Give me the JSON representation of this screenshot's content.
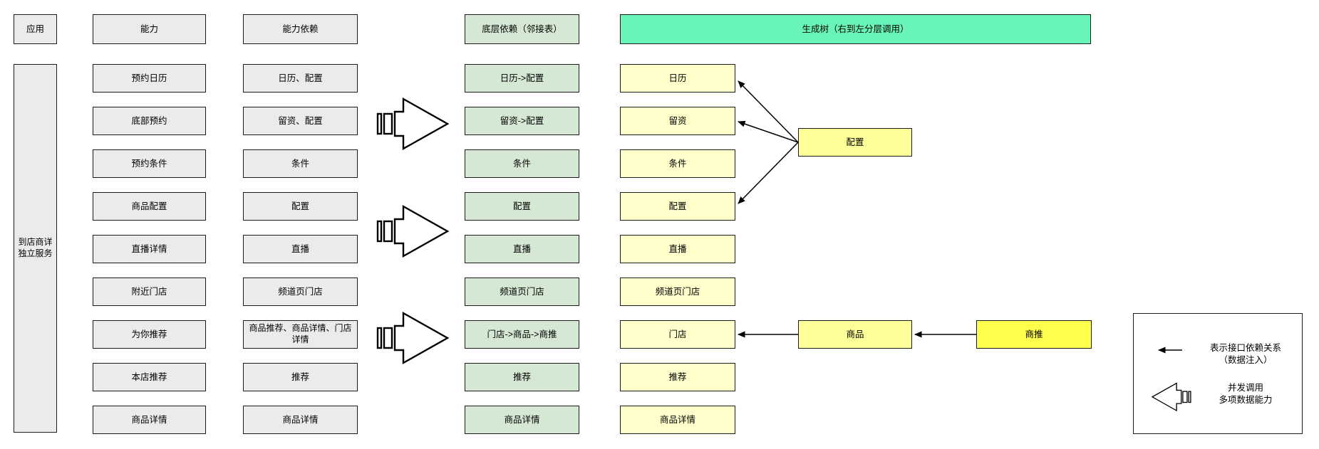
{
  "headers": {
    "app": "应用",
    "capability": "能力",
    "capability_dep": "能力依赖",
    "base_dep": "底层依赖（邻接表）",
    "tree": "生成树（右到左分层调用）"
  },
  "app_service": "到店商详独立服务",
  "columns": {
    "capability": [
      "预约日历",
      "底部预约",
      "预约条件",
      "商品配置",
      "直播详情",
      "附近门店",
      "为你推荐",
      "本店推荐",
      "商品详情"
    ],
    "capability_dep": [
      "日历、配置",
      "留资、配置",
      "条件",
      "配置",
      "直播",
      "频道页门店",
      "商品推荐、商品详情、门店详情",
      "推荐",
      "商品详情"
    ],
    "base_dep": [
      "日历->配置",
      "留资->配置",
      "条件",
      "配置",
      "直播",
      "频道页门店",
      "门店->商品->商推",
      "推荐",
      "商品详情"
    ],
    "tree_leaves": [
      "日历",
      "留资",
      "条件",
      "配置",
      "直播",
      "频道页门店",
      "门店",
      "推荐",
      "商品详情"
    ]
  },
  "tree_nodes": {
    "config": "配置",
    "product": "商品",
    "product_rec": "商推"
  },
  "legend": {
    "dep_line1": "表示接口依赖关系",
    "dep_line2": "（数据注入）",
    "concurrent_line1": "并发调用",
    "concurrent_line2": "多项数据能力"
  },
  "colors": {
    "gray": "#EBEBEB",
    "green": "#D5E8D4",
    "mint": "#69F5B7",
    "pale_yellow": "#FFFFCC",
    "node_yellow": "#FFFF99",
    "bright_yellow": "#FFFF4D",
    "line": "#000000"
  }
}
